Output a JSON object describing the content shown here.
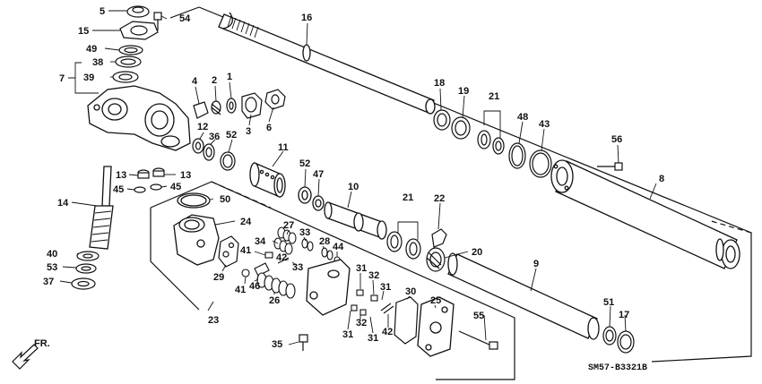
{
  "diagram": {
    "code": "SM57-B3321B",
    "direction_label": "FR.",
    "callouts": {
      "c5": "5",
      "c54": "54",
      "c15": "15",
      "c49": "49",
      "c7": "7",
      "c38": "38",
      "c39": "39",
      "c16": "16",
      "c4": "4",
      "c2": "2",
      "c1": "1",
      "c3": "3",
      "c6": "6",
      "c12": "12",
      "c36": "36",
      "c52a": "52",
      "c11": "11",
      "c18": "18",
      "c19": "19",
      "c21a": "21",
      "c48": "48",
      "c43": "43",
      "c56": "56",
      "c8": "8",
      "c13a": "13",
      "c13b": "13",
      "c45a": "45",
      "c45b": "45",
      "c14": "14",
      "c52b": "52",
      "c47": "47",
      "c10": "10",
      "c21b": "21",
      "c22": "22",
      "c20": "20",
      "c50": "50",
      "c24": "24",
      "c27": "27",
      "c33a": "33",
      "c34": "34",
      "c28": "28",
      "c44": "44",
      "c41a": "41",
      "c42a": "42",
      "c33b": "33",
      "c29": "29",
      "c41b": "41",
      "c46": "46",
      "c26": "26",
      "c31a": "31",
      "c32a": "32",
      "c31b": "31",
      "c30": "30",
      "c25": "25",
      "c9": "9",
      "c40": "40",
      "c53": "53",
      "c37": "37",
      "c23": "23",
      "c31c": "31",
      "c32b": "32",
      "c31d": "31",
      "c42b": "42",
      "c55": "55",
      "c51": "51",
      "c17": "17",
      "c35": "35"
    }
  }
}
